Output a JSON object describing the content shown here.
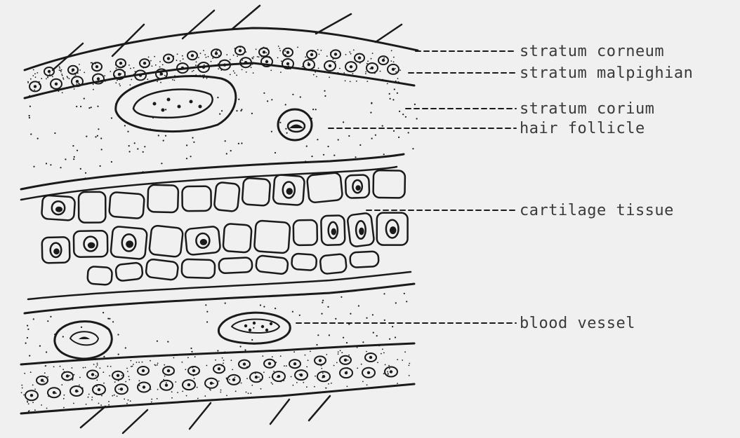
{
  "diagram": {
    "labels": {
      "stratum_corneum": "stratum corneum",
      "stratum_malpighian": "stratum malpighian",
      "stratum_corium": "stratum corium",
      "hair_follicle": "hair follicle",
      "cartilage_tissue": "cartilage tissue",
      "blood_vessel": "blood vessel"
    },
    "colors": {
      "background": "#f0f0f0",
      "ink": "#1a1a1a",
      "label_text": "#3a3a3a"
    }
  }
}
